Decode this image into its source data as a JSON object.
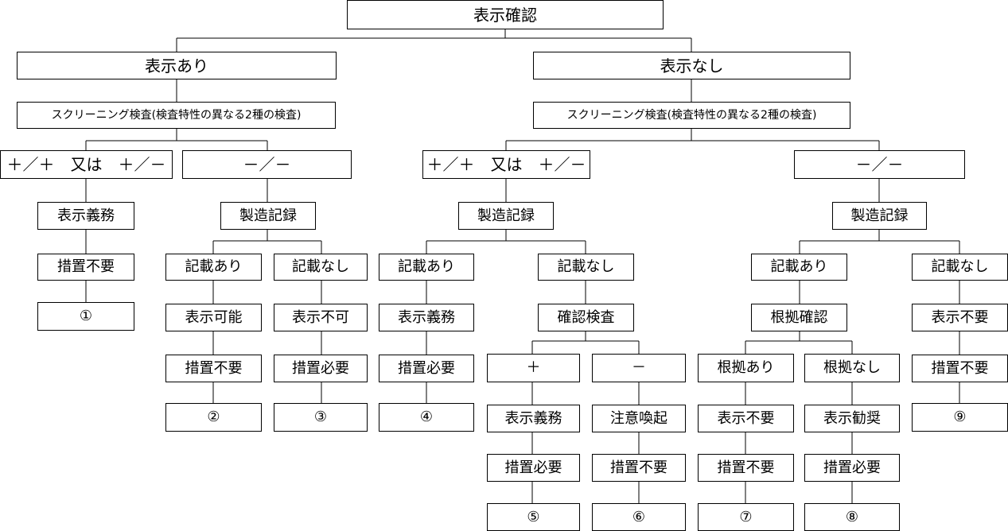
{
  "nodes": {
    "root": "表示確認",
    "hyoji_ari": "表示あり",
    "hyoji_nashi": "表示なし",
    "screening_l": "スクリーニング検査(検査特性の異なる2種の検査)",
    "screening_r": "スクリーニング検査(検査特性の異なる2種の検査)",
    "pos_l": "＋／＋　又は　＋／－",
    "neg_l": "－／－",
    "pos_r": "＋／＋　又は　＋／－",
    "neg_r": "－／－",
    "gimu_a": "表示義務",
    "sochi_fuyo_a": "措置不要",
    "r1": "①",
    "seizo_b": "製造記録",
    "kisai_ari_b": "記載あり",
    "kisai_nashi_b": "記載なし",
    "kano": "表示可能",
    "fuka": "表示不可",
    "sochi_fuyo_b": "措置不要",
    "sochi_hitsuyo_b": "措置必要",
    "r2": "②",
    "r3": "③",
    "seizo_c": "製造記録",
    "kisai_ari_c": "記載あり",
    "kisai_nashi_c": "記載なし",
    "gimu_c": "表示義務",
    "sochi_hitsuyo_c": "措置必要",
    "r4": "④",
    "kakunin": "確認検査",
    "plus": "＋",
    "minus": "－",
    "gimu_d": "表示義務",
    "chui": "注意喚起",
    "sochi_hitsuyo_d": "措置必要",
    "sochi_fuyo_d": "措置不要",
    "r5": "⑤",
    "r6": "⑥",
    "seizo_e": "製造記録",
    "kisai_ari_e": "記載あり",
    "kisai_nashi_e": "記載なし",
    "konkyo_kakunin": "根拠確認",
    "konkyo_ari": "根拠あり",
    "konkyo_nashi": "根拠なし",
    "fuyo_f": "表示不要",
    "kansho": "表示勧奨",
    "sochi_fuyo_f": "措置不要",
    "sochi_hitsuyo_f": "措置必要",
    "r7": "⑦",
    "r8": "⑧",
    "fuyo_g": "表示不要",
    "sochi_fuyo_g": "措置不要",
    "r9": "⑨"
  }
}
